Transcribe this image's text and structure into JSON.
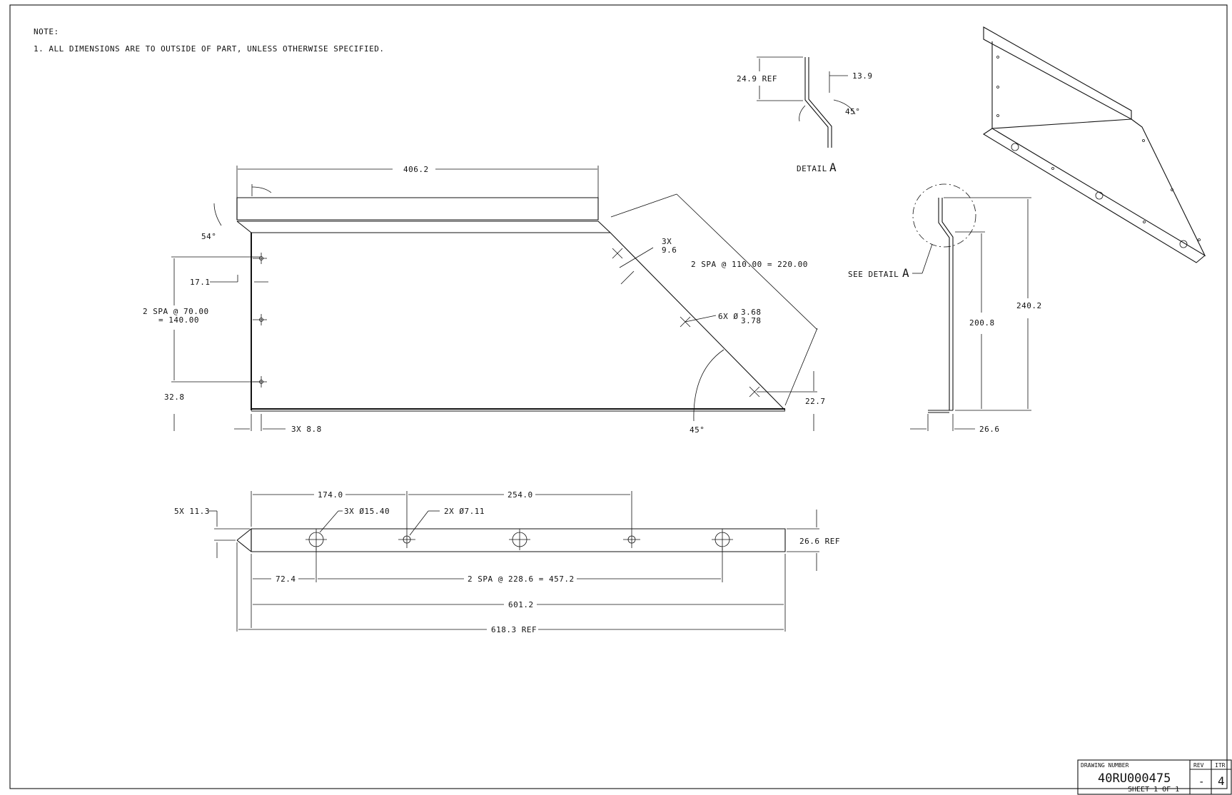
{
  "notes": {
    "heading": "NOTE:",
    "line1": "1. ALL DIMENSIONS ARE TO OUTSIDE OF PART, UNLESS OTHERWISE SPECIFIED."
  },
  "front_view": {
    "dim_top": "406.2",
    "angle_top": "54°",
    "dim_left_offset": "17.1",
    "dim_spacing_l1": "2 SPA @ 70.00",
    "dim_spacing_l2": "= 140.00",
    "dim_bottom_left": "32.8",
    "dim_bottom_holes": "3X 8.8",
    "dim_slot_l1": "3X",
    "dim_slot_l2": "9.6",
    "dim_diag": "2 SPA @ 110.00 = 220.00",
    "dim_holes_prefix": "6X Ø",
    "dim_holes_upper": "3.68",
    "dim_holes_lower": "3.78",
    "dim_right_bottom": "22.7",
    "angle_bottom": "45°"
  },
  "detail_a": {
    "dim_ref": "24.9 REF",
    "dim_top": "13.9",
    "angle": "45°",
    "label": "DETAIL",
    "letter": "A"
  },
  "side_view": {
    "see_detail": "SEE DETAIL",
    "see_detail_letter": "A",
    "dim_inner": "200.8",
    "dim_outer": "240.2",
    "dim_bottom": "26.6"
  },
  "bottom_view": {
    "dim_flange": "5X 11.3",
    "dim_a": "174.0",
    "dim_b": "254.0",
    "dim_large_holes": "3X Ø15.40",
    "dim_small_holes": "2X Ø7.11",
    "dim_height": "26.6 REF",
    "dim_first": "72.4",
    "dim_spacing": "2 SPA @ 228.6 =  457.2",
    "dim_overall": "601.2",
    "dim_overall_ref": "618.3 REF"
  },
  "title_block": {
    "drawing_number_label": "DRAWING NUMBER",
    "drawing_number": "40RU000475",
    "sheet": "SHEET 1 OF 1",
    "rev_label": "REV",
    "rev": "-",
    "itr_label": "ITR",
    "itr": "4"
  }
}
